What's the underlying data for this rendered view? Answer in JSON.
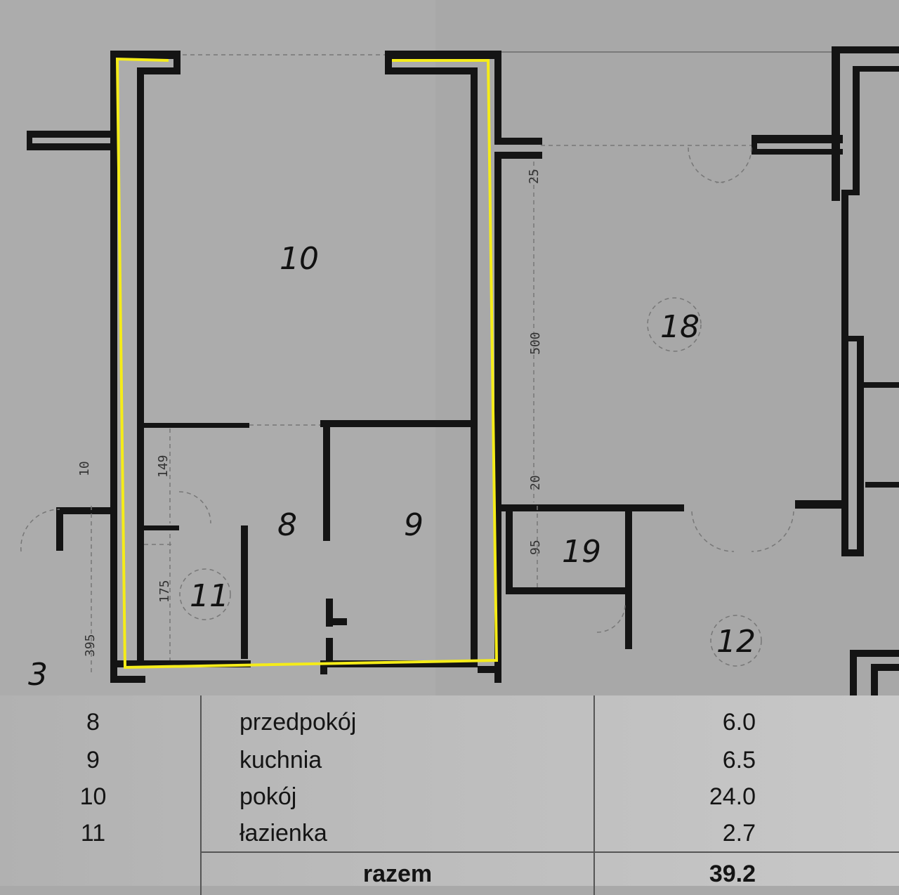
{
  "plan": {
    "rooms": [
      {
        "id": "8",
        "label": "8"
      },
      {
        "id": "9",
        "label": "9"
      },
      {
        "id": "10",
        "label": "10"
      },
      {
        "id": "11",
        "label": "11"
      },
      {
        "id": "12",
        "label": "12"
      },
      {
        "id": "18",
        "label": "18"
      },
      {
        "id": "19",
        "label": "19"
      },
      {
        "id": "3",
        "label": "3"
      }
    ],
    "dimensions": [
      "25",
      "500",
      "20",
      "95",
      "10",
      "149",
      "175",
      "395"
    ],
    "highlight_color": "#f5ec19"
  },
  "legend": {
    "rows": [
      {
        "number": "8",
        "name": "przedpokój",
        "area": "6.0"
      },
      {
        "number": "9",
        "name": "kuchnia",
        "area": "6.5"
      },
      {
        "number": "10",
        "name": "pokój",
        "area": "24.0"
      },
      {
        "number": "11",
        "name": "łazienka",
        "area": "2.7"
      }
    ],
    "total_label": "razem",
    "total_value": "39.2"
  }
}
